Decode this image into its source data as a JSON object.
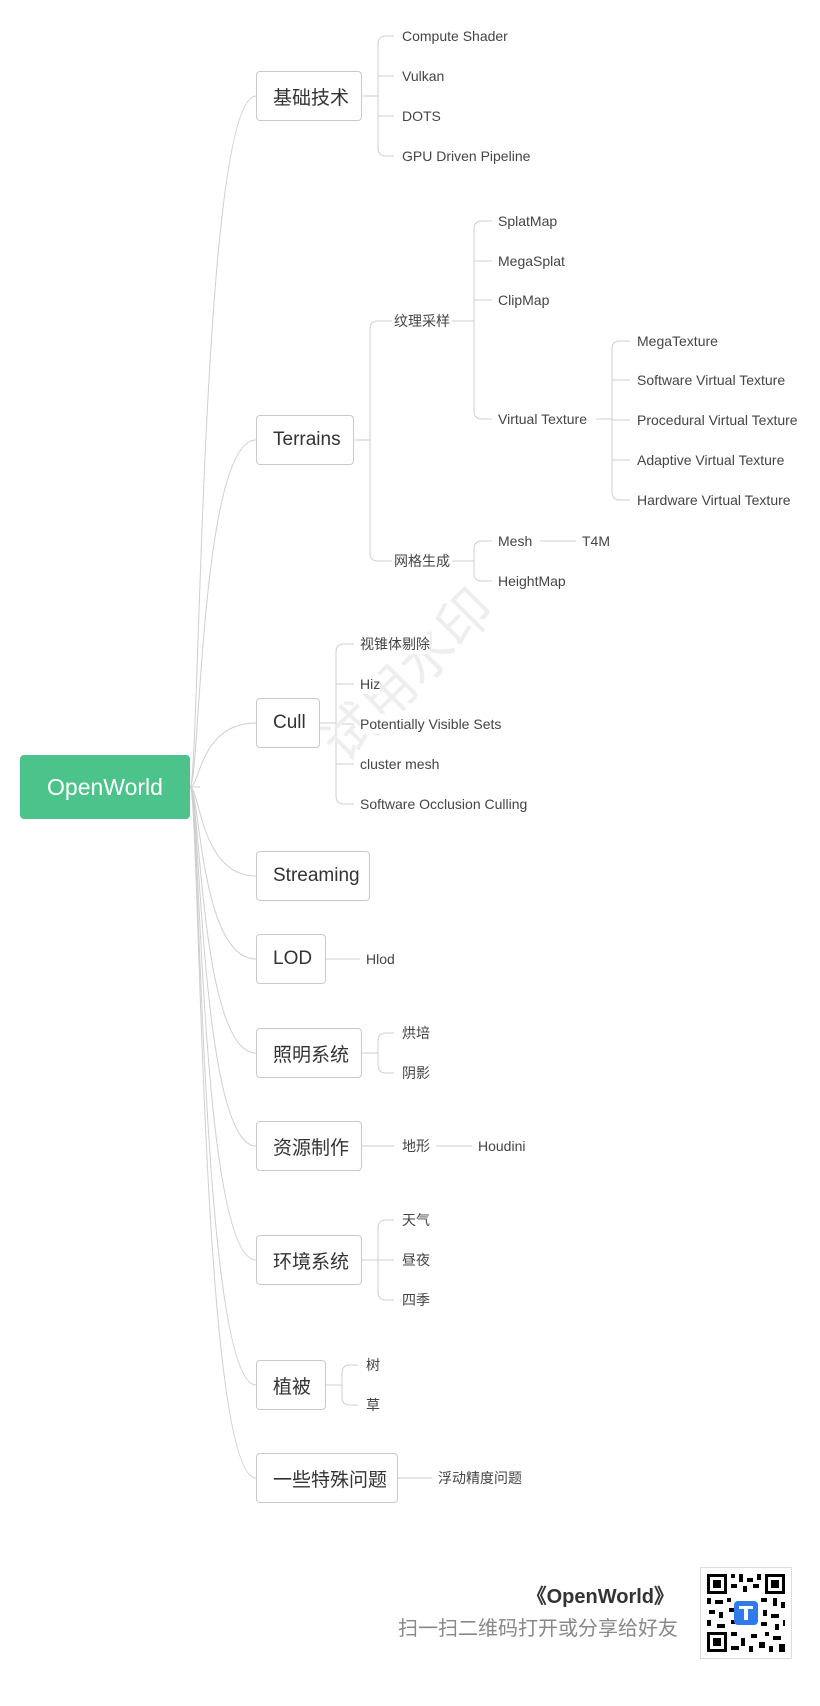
{
  "root": {
    "label": "OpenWorld",
    "color": "#4cc38a"
  },
  "watermark": "试用水印",
  "branches": {
    "b1": {
      "label": "基础技术",
      "children": [
        "Compute Shader",
        "Vulkan",
        "DOTS",
        "GPU  Driven Pipeline"
      ]
    },
    "b2": {
      "label": "Terrains",
      "tex": {
        "label": "纹理采样",
        "children": [
          "SplatMap",
          "MegaSplat",
          "ClipMap"
        ],
        "vt": {
          "label": "Virtual Texture",
          "children": [
            "MegaTexture",
            "Software Virtual Texture",
            "Procedural Virtual Texture",
            "Adaptive Virtual Texture",
            "Hardware Virtual Texture"
          ]
        }
      },
      "mesh": {
        "label": "网格生成",
        "mesh_item": "Mesh",
        "mesh_child": "T4M",
        "heightmap": "HeightMap"
      }
    },
    "b3": {
      "label": "Cull",
      "children": [
        "视锥体剔除",
        "Hiz",
        "Potentially Visible Sets",
        "cluster mesh",
        "Software Occlusion Culling"
      ]
    },
    "b4": {
      "label": "Streaming"
    },
    "b5": {
      "label": "LOD",
      "children": [
        "Hlod"
      ]
    },
    "b6": {
      "label": "照明系统",
      "children": [
        "烘培",
        "阴影"
      ]
    },
    "b7": {
      "label": "资源制作",
      "children": [
        "地形"
      ],
      "grandchild": "Houdini"
    },
    "b8": {
      "label": "环境系统",
      "children": [
        "天气",
        "昼夜",
        "四季"
      ]
    },
    "b9": {
      "label": "植被",
      "children": [
        "树",
        "草"
      ]
    },
    "b10": {
      "label": "一些特殊问题",
      "children": [
        "浮动精度问题"
      ]
    }
  },
  "footer": {
    "title": "《OpenWorld》",
    "subtitle": "扫一扫二维码打开或分享给好友"
  }
}
